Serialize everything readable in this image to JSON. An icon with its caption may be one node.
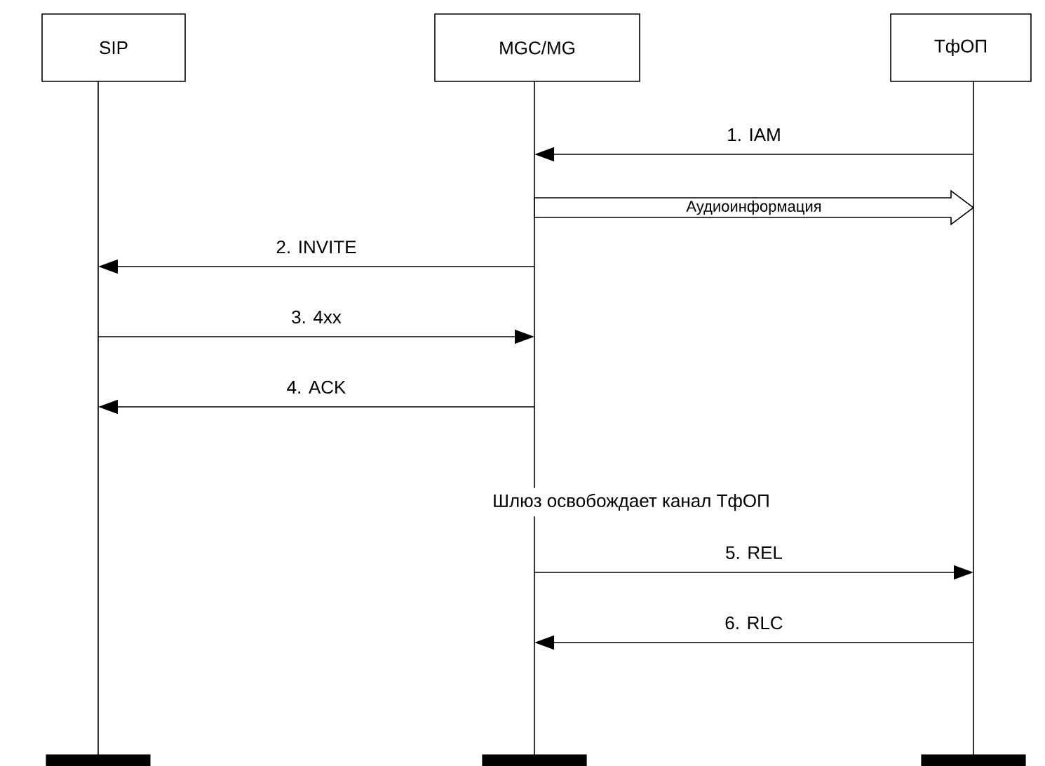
{
  "diagram": {
    "nodes": [
      {
        "text": [
          "SIP"
        ]
      },
      {
        "text": [
          "MGC/MG"
        ]
      },
      {
        "text": [
          "ТфОП"
        ]
      },
      {
        "text": [],
        "shape": "line"
      },
      {
        "text": [],
        "shape": "line"
      },
      {
        "text": [],
        "shape": "line"
      },
      {
        "text": [],
        "shape": "bar"
      },
      {
        "text": [],
        "shape": "bar"
      },
      {
        "text": [],
        "shape": "bar"
      }
    ],
    "edges": [
      {
        "from": 5,
        "to": 4,
        "arrow": "to",
        "label": "1. IAM"
      },
      {
        "from": 4,
        "to": 5,
        "arrow": "to",
        "label": "Аудиоинформация",
        "style": "thick"
      },
      {
        "from": 4,
        "to": 3,
        "arrow": "to",
        "label": "2. INVITE"
      },
      {
        "from": 3,
        "to": 4,
        "arrow": "to",
        "label": "3. 4xx"
      },
      {
        "from": 4,
        "to": 3,
        "arrow": "to",
        "label": "4. ACK"
      },
      {
        "from": 4,
        "to": 5,
        "arrow": "to",
        "label": "5. REL"
      },
      {
        "from": 5,
        "to": 4,
        "arrow": "to",
        "label": "6. RLC"
      }
    ],
    "labels": [
      "Шлюз освобождает канал ТфОП"
    ]
  }
}
